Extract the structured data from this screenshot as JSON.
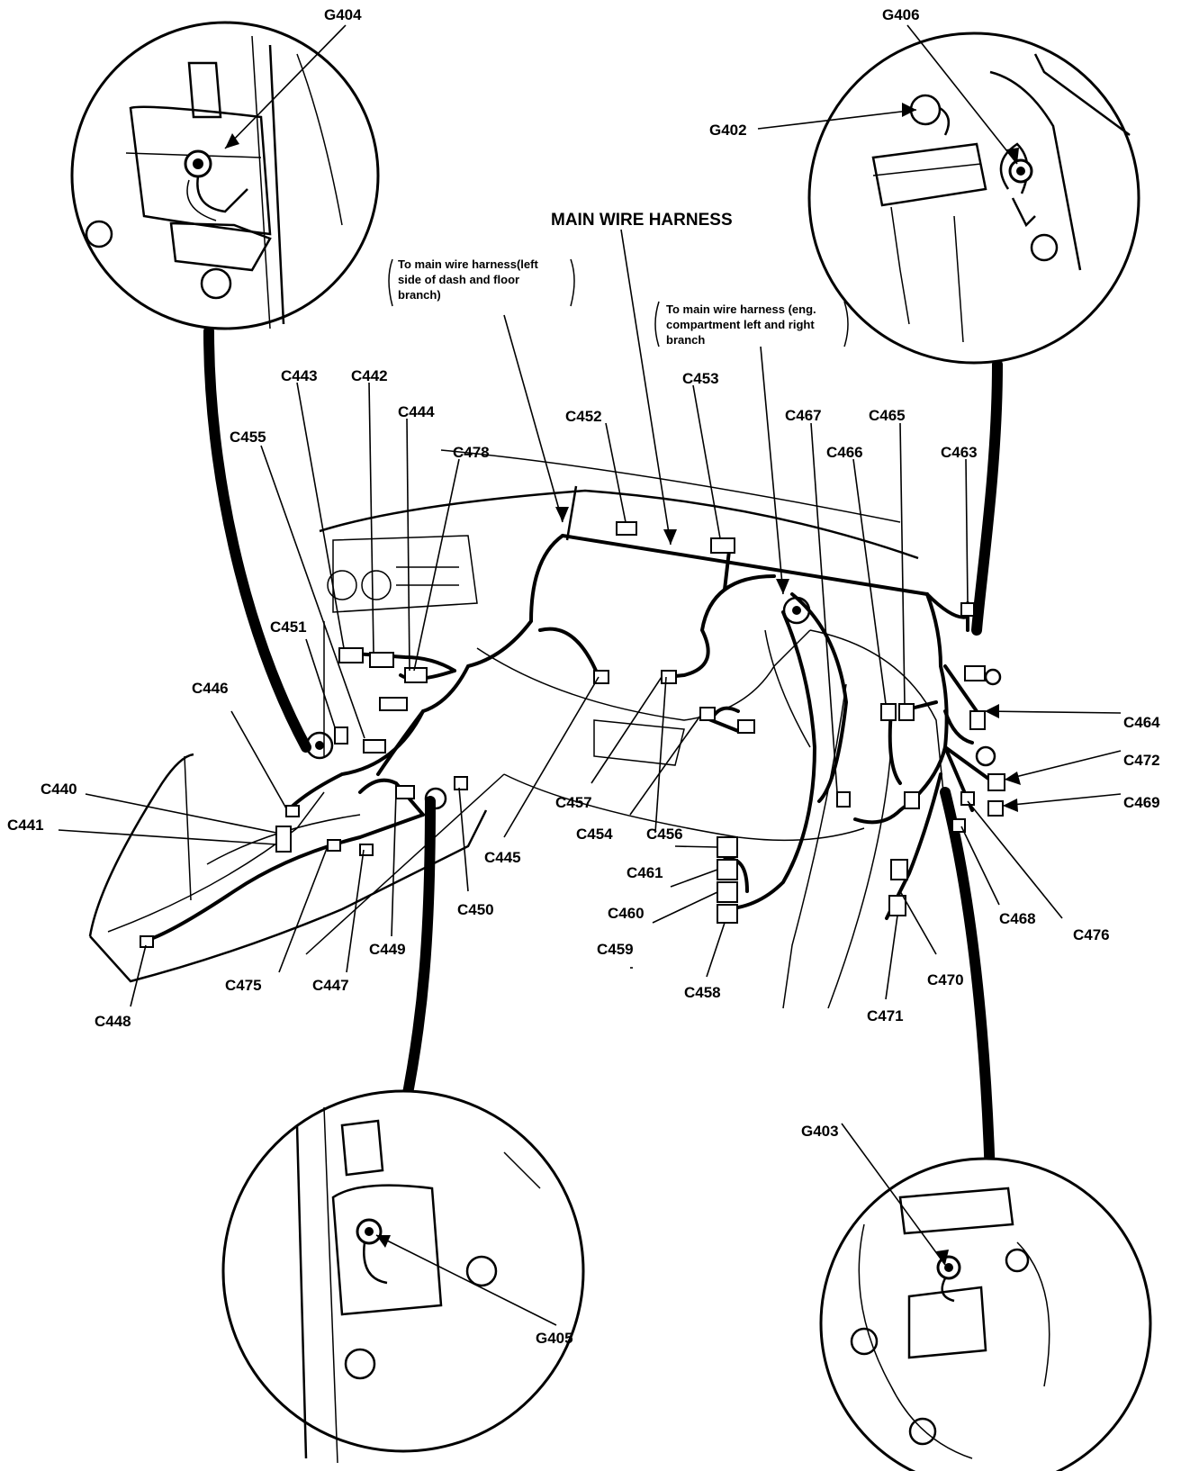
{
  "title": "MAIN WIRE HARNESS",
  "notes": {
    "left_branch": [
      "To main wire harness(left",
      "side of dash and floor",
      "branch)"
    ],
    "right_branch": [
      "To main wire harness (eng.",
      "compartment left and right",
      "branch"
    ]
  },
  "grounds": [
    "G404",
    "G406",
    "G402",
    "G405",
    "G403"
  ],
  "connectors": {
    "C440": "C440",
    "C441": "C441",
    "C442": "C442",
    "C443": "C443",
    "C444": "C444",
    "C445": "C445",
    "C446": "C446",
    "C447": "C447",
    "C448": "C448",
    "C449": "C449",
    "C450": "C450",
    "C451": "C451",
    "C452": "C452",
    "C453": "C453",
    "C454": "C454",
    "C455": "C455",
    "C456": "C456",
    "C457": "C457",
    "C458": "C458",
    "C459": "C459",
    "C460": "C460",
    "C461": "C461",
    "C463": "C463",
    "C464": "C464",
    "C465": "C465",
    "C466": "C466",
    "C467": "C467",
    "C468": "C468",
    "C469": "C469",
    "C470": "C470",
    "C471": "C471",
    "C472": "C472",
    "C475": "C475",
    "C476": "C476",
    "C478": "C478"
  },
  "ground_labels": {
    "G404": "G404",
    "G406": "G406",
    "G402": "G402",
    "G405": "G405",
    "G403": "G403"
  }
}
